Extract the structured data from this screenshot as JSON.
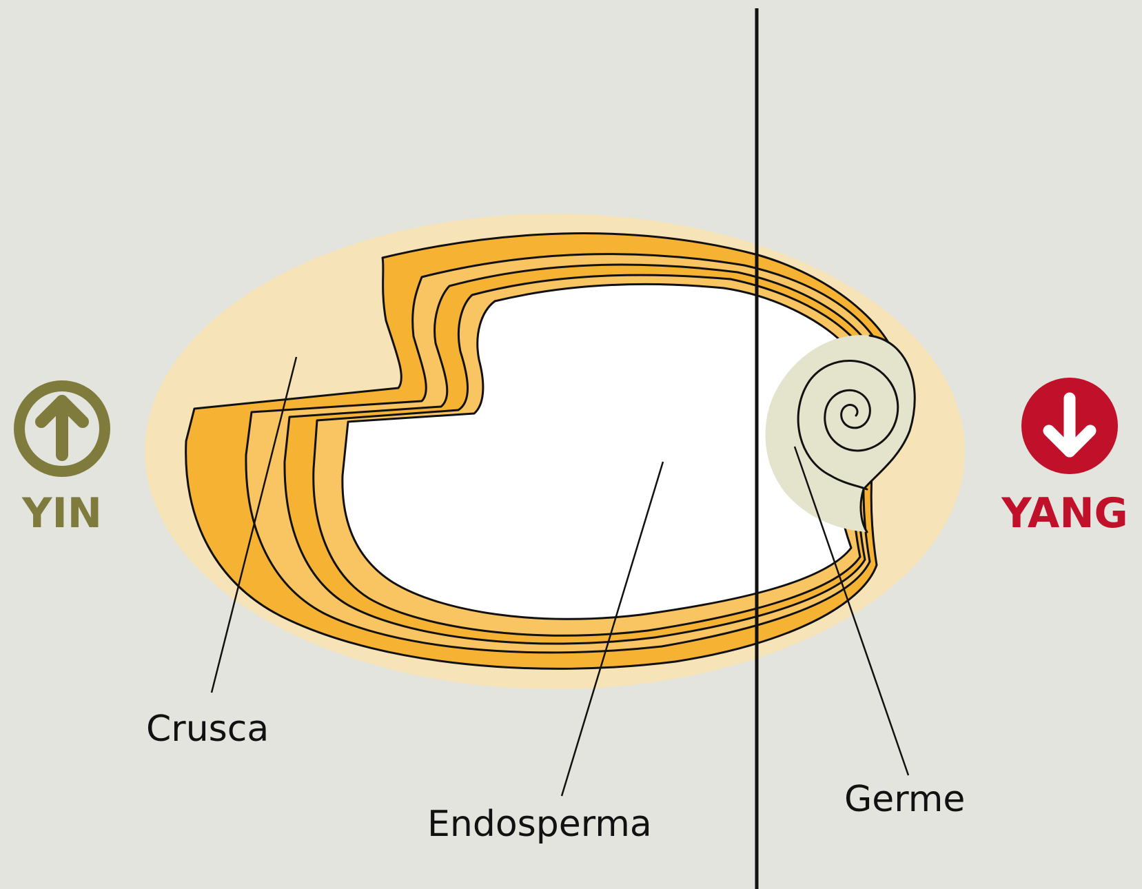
{
  "diagram": {
    "labels": {
      "bran": "Crusca",
      "endosperm": "Endosperma",
      "germ": "Germe"
    },
    "left_indicator": {
      "text": "YIN",
      "icon": "up-arrow-circle-icon",
      "color": "#7e7b3c"
    },
    "right_indicator": {
      "text": "YANG",
      "icon": "down-arrow-circle-icon",
      "color": "#c0102a"
    },
    "colors": {
      "background": "#e3e4dd",
      "outer_halo": "#f6e3b8",
      "bran_dark": "#f6b233",
      "bran_light": "#f9c462",
      "endosperm": "#ffffff",
      "germ": "#e4e3cb",
      "outline": "#111111"
    }
  }
}
